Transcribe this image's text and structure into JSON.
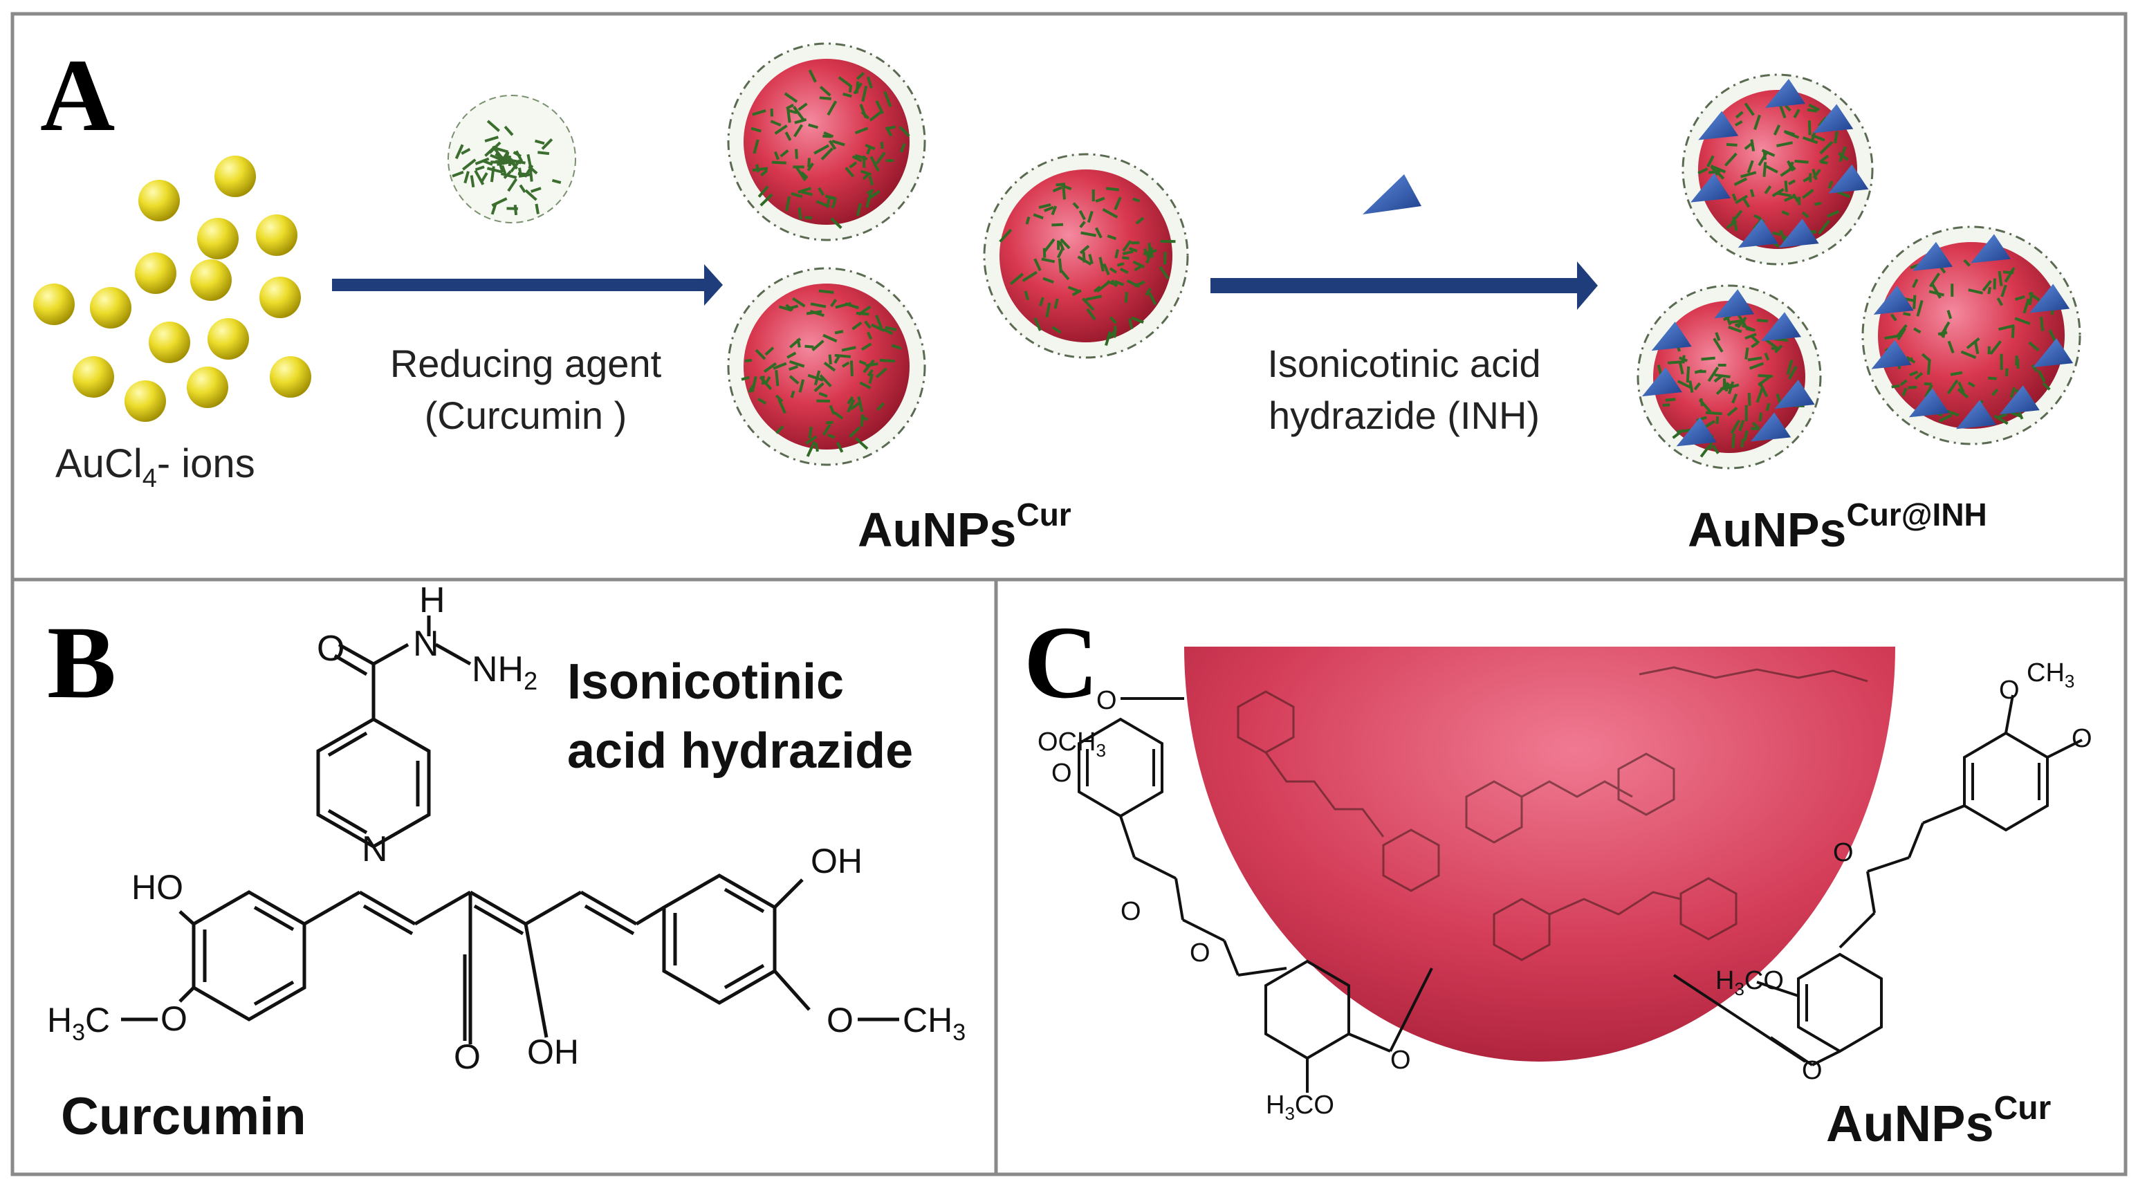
{
  "panels": {
    "a": {
      "letter": "A",
      "gold_ions_label": "AuCl",
      "gold_ions_sub": "4",
      "gold_ions_suffix": "- ions",
      "arrow1_line1": "Reducing agent",
      "arrow1_line2": "(Curcumin )",
      "arrow2_line1": "Isonicotinic acid",
      "arrow2_line2": "hydrazide (INH)",
      "product1_base": "AuNPs",
      "product1_sup": "Cur",
      "product2_base": "AuNPs",
      "product2_sup": "Cur@INH"
    },
    "b": {
      "letter": "B",
      "inh_name_line1": "Isonicotinic",
      "inh_name_line2": "acid hydrazide",
      "curcumin_name": "Curcumin",
      "atoms": {
        "o": "O",
        "h": "H",
        "n": "N",
        "nh": "NH",
        "two": "2",
        "ho": "HO",
        "oh": "OH",
        "h3c": "H",
        "c": "C",
        "ch": "CH",
        "three": "3"
      }
    },
    "c": {
      "letter": "C",
      "product_base": "AuNPs",
      "product_sup": "Cur",
      "atoms": {
        "och3": "OCH",
        "h3co": "H",
        "co": "CO",
        "ch3": "CH",
        "three": "3",
        "o": "O"
      }
    }
  },
  "colors": {
    "frame": "#8a8a8a",
    "arrow": "#1f3d7a",
    "gold": "#e6d21a",
    "nanoparticle": "#d8384f",
    "curcumin_strand": "#3b6e2e",
    "inh_cone": "#2f5fb0"
  },
  "icons": [
    "gold-ion-icon",
    "curcumin-cluster-icon",
    "nanoparticle-icon",
    "inh-cone-icon"
  ]
}
